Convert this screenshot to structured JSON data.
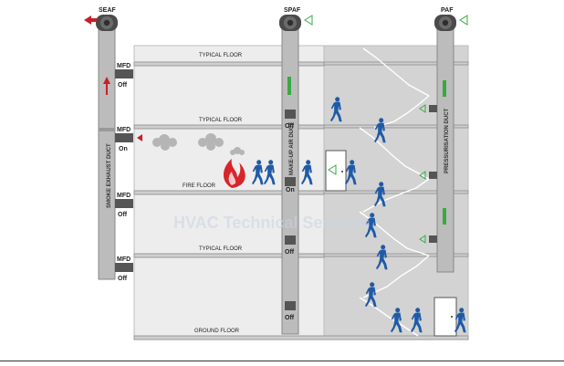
{
  "fans": {
    "seaf": "SEAF",
    "spaf": "SPAF",
    "paf": "PAF"
  },
  "floors": {
    "top": "TYPICAL FLOOR",
    "second": "TYPICAL FLOOR",
    "fire": "FIRE FLOOR",
    "third": "TYPICAL FLOOR",
    "ground": "GROUND FLOOR"
  },
  "dampers": {
    "mfd": "MFD",
    "off": "Off",
    "on": "On"
  },
  "ducts": {
    "smoke_exhaust": "SMOKE EXHAUST DUCT",
    "make_up_air": "MAKE-UP AIR DUCT",
    "pressurization": "PRESSURISATION DUCT"
  },
  "watermark": "HVAC Technical Services",
  "colors": {
    "person": "#1f5aa6",
    "fire": "#d6252b",
    "exhaust_arrow": "#c8202a",
    "supply_arrow": "#3aa845",
    "duct": "#b9b9b9",
    "stair": "#cfcfcf"
  }
}
